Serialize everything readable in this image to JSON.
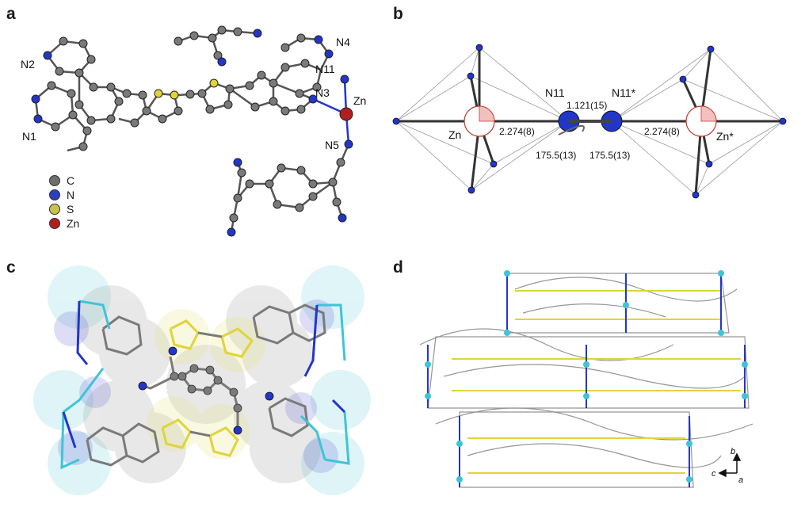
{
  "panels": {
    "a": {
      "label": "a",
      "atoms": {
        "N1": "N1",
        "N2": "N2",
        "N3": "N3",
        "N4": "N4",
        "N5": "N5",
        "N11": "N11",
        "Zn": "Zn"
      },
      "legend": [
        {
          "label": "C",
          "color": "#6e6e6e"
        },
        {
          "label": "N",
          "color": "#2b3fbf"
        },
        {
          "label": "S",
          "color": "#c9c24a"
        },
        {
          "label": "Zn",
          "color": "#b21e1e"
        }
      ]
    },
    "b": {
      "label": "b",
      "atoms": {
        "n11": "N11",
        "n11s": "N11*",
        "zn": "Zn",
        "zns": "Zn*"
      },
      "bond_nn": "1.121(15)",
      "bond_zn_left": "2.274(8)",
      "bond_zn_right": "2.274(8)",
      "angle_left": "175.5(13)",
      "angle_right": "175.5(13)"
    },
    "c": {
      "label": "c"
    },
    "d": {
      "label": "d",
      "axes": {
        "b": "b",
        "c": "c",
        "a": "a"
      }
    }
  },
  "colors": {
    "carbon": "#7a7a7a",
    "nitrogen": "#2236c8",
    "sulfur": "#e0d43a",
    "zinc": "#b21e1e",
    "cyan": "#3fc4d6"
  }
}
